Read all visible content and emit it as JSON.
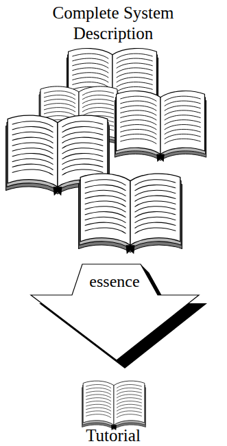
{
  "diagram": {
    "nodes": [
      {
        "text": [
          "essence"
        ]
      }
    ],
    "labels": [
      "Complete System Description",
      "Tutorial"
    ]
  }
}
